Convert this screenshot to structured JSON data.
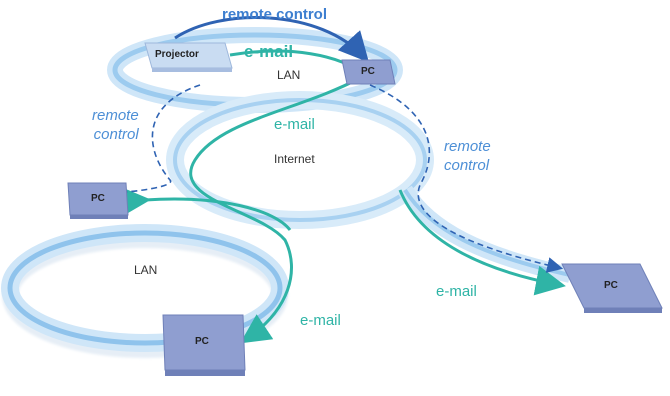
{
  "labels": {
    "remote_control_top": "remote control",
    "email_top": "e-mail",
    "lan_top": "LAN",
    "remote_control_left": "remote\ncontrol",
    "email_mid": "e-mail",
    "internet": "Internet",
    "remote_control_right": "remote\ncontrol",
    "lan_bottom": "LAN",
    "email_bottom_right": "e-mail",
    "email_bottom_left": "e-mail"
  },
  "nodes": {
    "projector": "Projector",
    "pc_top_right": "PC",
    "pc_left": "PC",
    "pc_bottom": "PC",
    "pc_right": "PC"
  },
  "colors": {
    "ring_light": "#cfe6f8",
    "ring_mid": "#9ccbef",
    "email_line": "#2fb4a6",
    "remote_line": "#2f63b3",
    "node_fill": "#8f9ed0",
    "projector_fill": "#c9dcf2"
  }
}
